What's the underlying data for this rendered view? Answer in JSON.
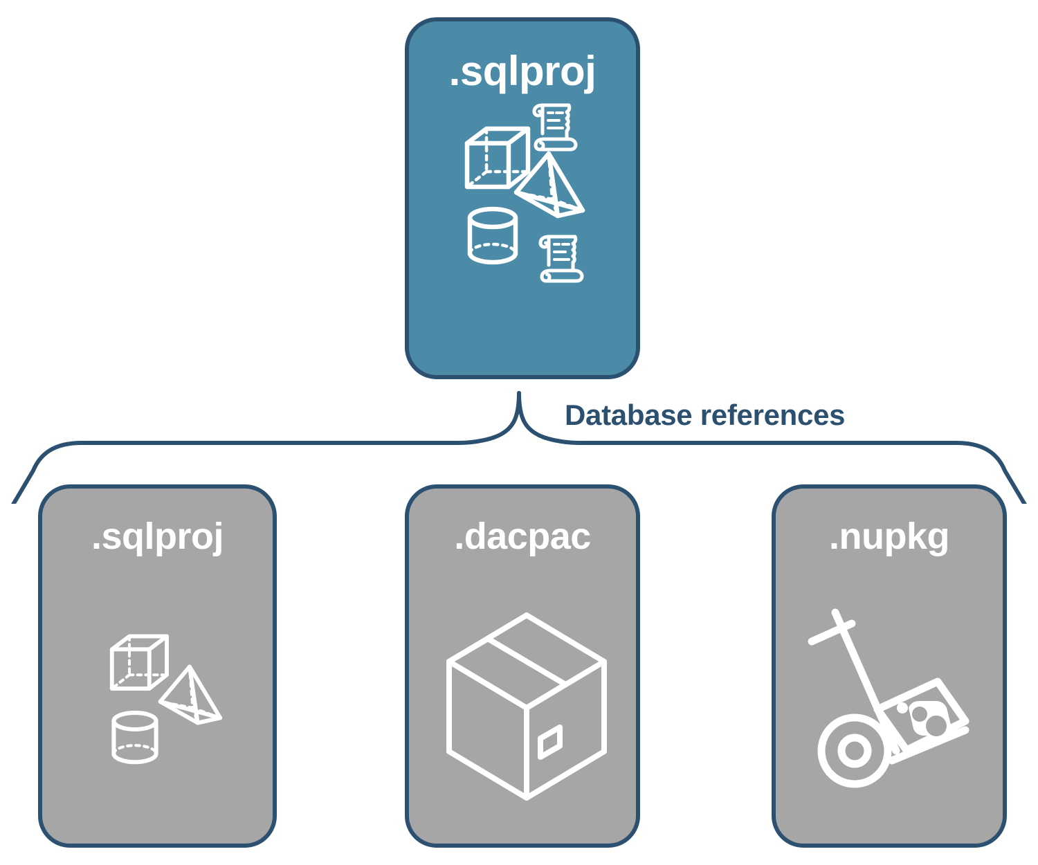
{
  "diagram": {
    "title": "Database references",
    "colors": {
      "primary_fill": "#4B8BA8",
      "secondary_fill": "#A6A6A6",
      "border": "#2C5070",
      "label_text": "#2C5070",
      "icon_stroke": "#FFFFFF",
      "background": "#FFFFFF"
    },
    "connector": {
      "kind": "curly-brace",
      "label": "Database references"
    },
    "root": {
      "label": ".sqlproj",
      "style": "primary",
      "icons": [
        "wireframe-cube-icon",
        "scroll-icon",
        "wireframe-pyramid-icon",
        "wireframe-cylinder-icon",
        "scroll-icon"
      ]
    },
    "children": [
      {
        "label": ".sqlproj",
        "style": "secondary",
        "icons": [
          "wireframe-cube-icon",
          "wireframe-pyramid-icon",
          "wireframe-cylinder-icon"
        ]
      },
      {
        "label": ".dacpac",
        "style": "secondary",
        "icons": [
          "package-box-icon"
        ]
      },
      {
        "label": ".nupkg",
        "style": "secondary",
        "icons": [
          "hand-truck-nuget-package-icon"
        ]
      }
    ]
  }
}
